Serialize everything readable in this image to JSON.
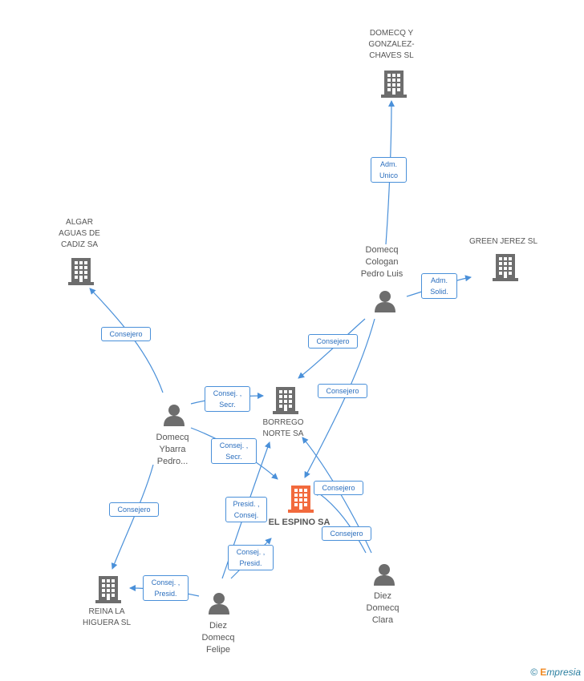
{
  "nodes": {
    "domecq_gonzalez": {
      "label": "DOMECQ Y\nGONZALEZ-\nCHAVES SL",
      "kind": "company"
    },
    "algar": {
      "label": "ALGAR\nAGUAS DE\nCADIZ SA",
      "kind": "company"
    },
    "green_jerez": {
      "label": "GREEN JEREZ SL",
      "kind": "company"
    },
    "borrego": {
      "label": "BORREGO\nNORTE SA",
      "kind": "company"
    },
    "el_espino": {
      "label": "EL ESPINO SA",
      "kind": "main"
    },
    "reina": {
      "label": "REINA LA\nHIGUERA SL",
      "kind": "company"
    },
    "pedro_luis": {
      "label": "Domecq\nCologan\nPedro Luis",
      "kind": "person"
    },
    "ybarra": {
      "label": "Domecq\nYbarra\nPedro...",
      "kind": "person"
    },
    "felipe": {
      "label": "Diez\nDomecq\nFelipe",
      "kind": "person"
    },
    "clara": {
      "label": "Diez\nDomecq\nClara",
      "kind": "person"
    }
  },
  "edges": {
    "adm_unico": "Adm.\nUnico",
    "adm_solid": "Adm.\nSolid.",
    "consejero_algar": "Consejero",
    "consejero_pl_borrego": "Consejero",
    "consejero_pl_espino": "Consejero",
    "consej_secr_borrego": "Consej. ,\nSecr.",
    "consej_secr_espino": "Consej. ,\nSecr.",
    "consejero_reina": "Consejero",
    "presid_consej": "Presid. ,\nConsej.",
    "consej_presid_espino": "Consej. ,\nPresid.",
    "consej_presid_reina": "Consej. ,\nPresid.",
    "consejero_clara_espino": "Consejero",
    "consejero_clara_borrego": "Consejero"
  },
  "colors": {
    "accent": "#4a90d9",
    "company": "#6d6d6d",
    "main": "#f26a3d",
    "person": "#6d6d6d"
  },
  "watermark": {
    "symbol": "©",
    "brand_initial": "E",
    "brand_rest": "mpresia"
  }
}
